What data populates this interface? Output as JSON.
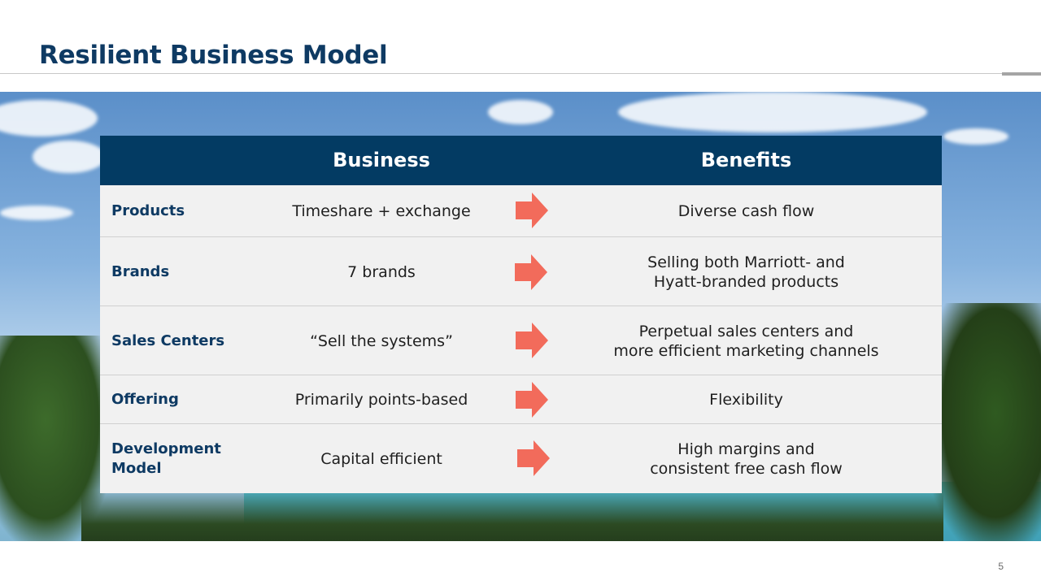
{
  "slide": {
    "title": "Resilient Business Model",
    "page_number": "5"
  },
  "table": {
    "headers": {
      "business": "Business",
      "benefits": "Benefits"
    },
    "rows": [
      {
        "label": "Products",
        "business": "Timeshare + exchange",
        "benefit": "Diverse cash flow"
      },
      {
        "label": "Brands",
        "business": "7 brands",
        "benefit": "Selling both Marriott- and\nHyatt-branded products"
      },
      {
        "label": "Sales Centers",
        "business": "“Sell the systems”",
        "benefit": "Perpetual sales centers and\nmore efficient marketing channels"
      },
      {
        "label": "Offering",
        "business": "Primarily points-based",
        "benefit": "Flexibility"
      },
      {
        "label": "Development\nModel",
        "business": "Capital efficient",
        "benefit": "High margins and\nconsistent free cash flow"
      }
    ]
  },
  "colors": {
    "title": "#0e3a63",
    "header_bg": "#033b63",
    "row_bg": "#f1f1f1",
    "arrow": "#f26b5b"
  }
}
